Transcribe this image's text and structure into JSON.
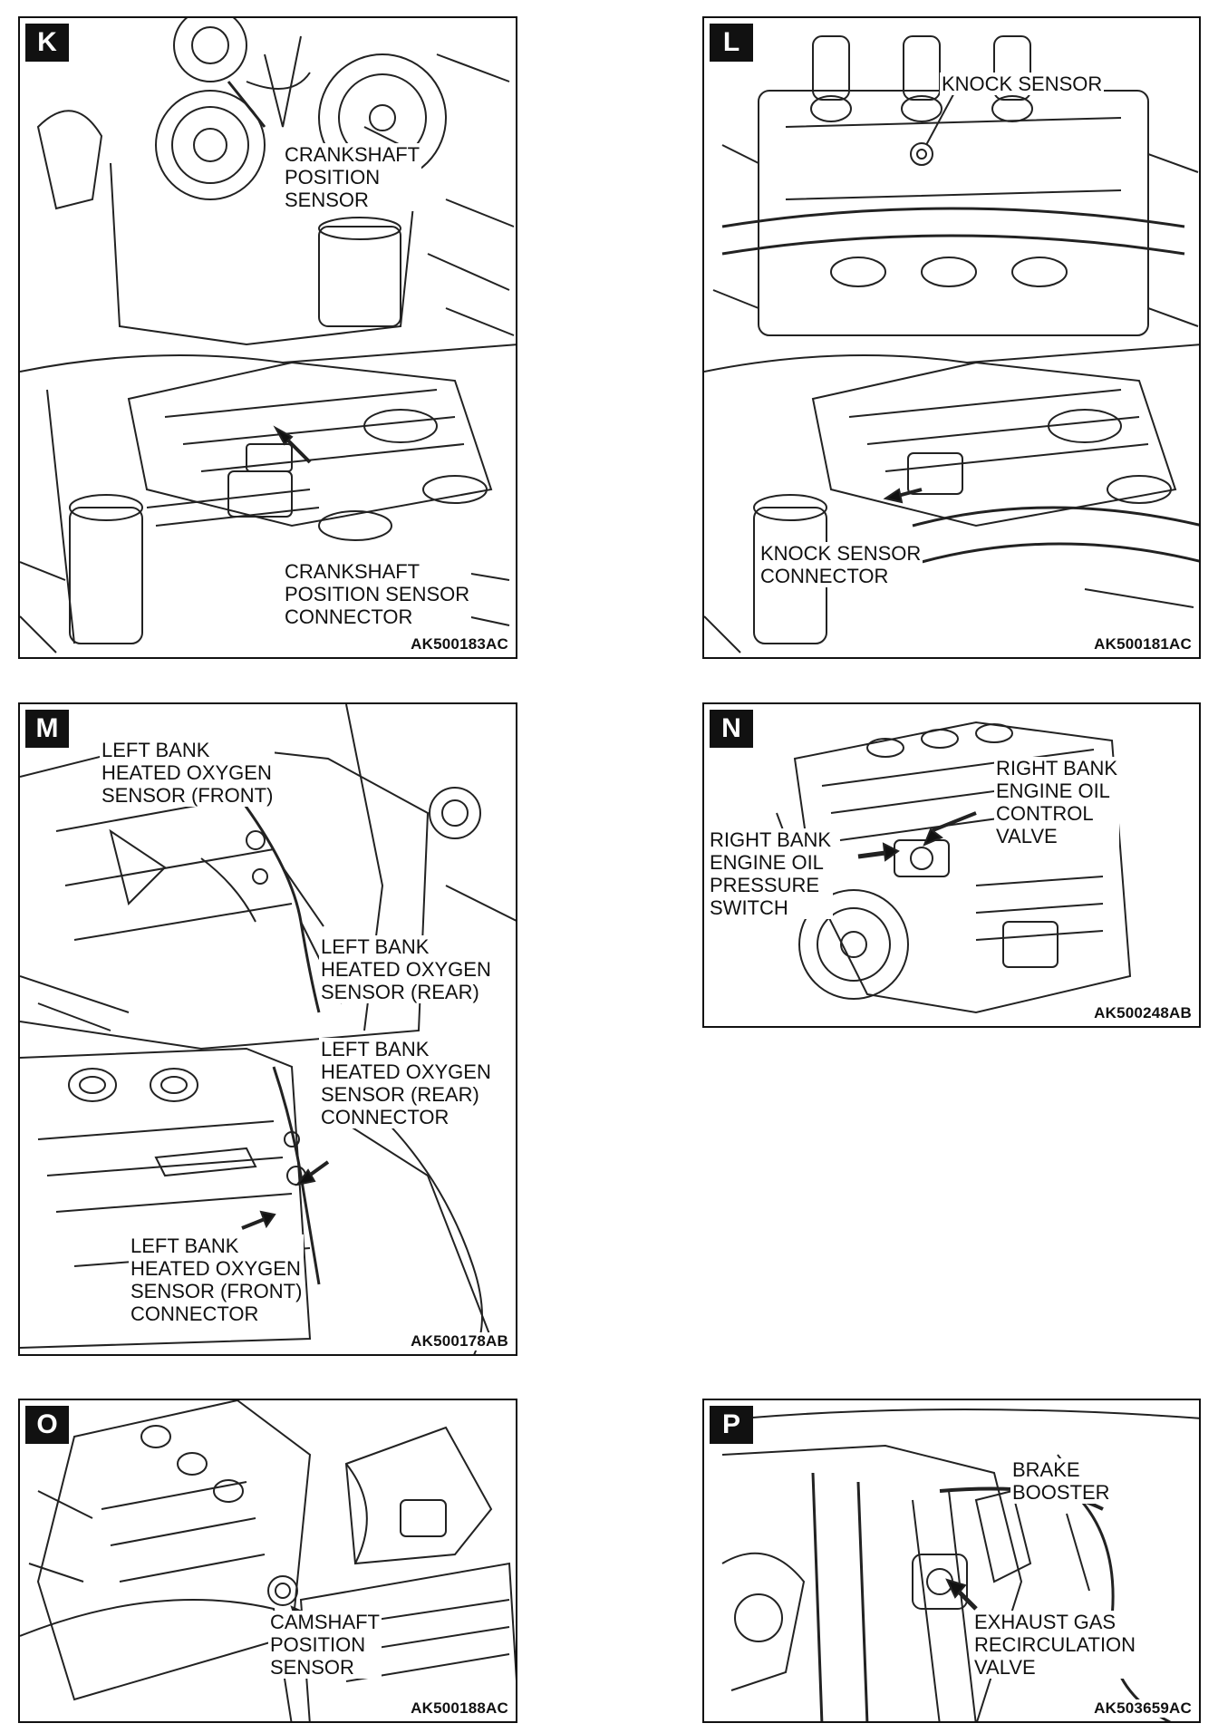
{
  "panels": {
    "k": {
      "letter": "K",
      "code": "AK500183AC",
      "label_top": [
        "CRANKSHAFT",
        "POSITION",
        "SENSOR"
      ],
      "label_bottom": [
        "CRANKSHAFT",
        "POSITION SENSOR",
        "CONNECTOR"
      ]
    },
    "l": {
      "letter": "L",
      "code": "AK500181AC",
      "label_top": [
        "KNOCK SENSOR"
      ],
      "label_bottom": [
        "KNOCK SENSOR",
        "CONNECTOR"
      ]
    },
    "m": {
      "letter": "M",
      "code": "AK500178AB",
      "label_a": [
        "LEFT BANK",
        "HEATED OXYGEN",
        "SENSOR (FRONT)"
      ],
      "label_b": [
        "LEFT BANK",
        "HEATED OXYGEN",
        "SENSOR (REAR)"
      ],
      "label_c": [
        "LEFT BANK",
        "HEATED OXYGEN",
        "SENSOR (REAR)",
        "CONNECTOR"
      ],
      "label_d": [
        "LEFT BANK",
        "HEATED OXYGEN",
        "SENSOR (FRONT)",
        "CONNECTOR"
      ]
    },
    "n": {
      "letter": "N",
      "code": "AK500248AB",
      "label_right": [
        "RIGHT BANK",
        "ENGINE OIL",
        "CONTROL",
        "VALVE"
      ],
      "label_left": [
        "RIGHT BANK",
        "ENGINE OIL",
        "PRESSURE",
        "SWITCH"
      ]
    },
    "o": {
      "letter": "O",
      "code": "AK500188AC",
      "label": [
        "CAMSHAFT",
        "POSITION",
        "SENSOR"
      ]
    },
    "p": {
      "letter": "P",
      "code": "AK503659AC",
      "label_top": [
        "BRAKE",
        "BOOSTER"
      ],
      "label_bottom": [
        "EXHAUST GAS",
        "RECIRCULATION",
        "VALVE"
      ]
    }
  }
}
